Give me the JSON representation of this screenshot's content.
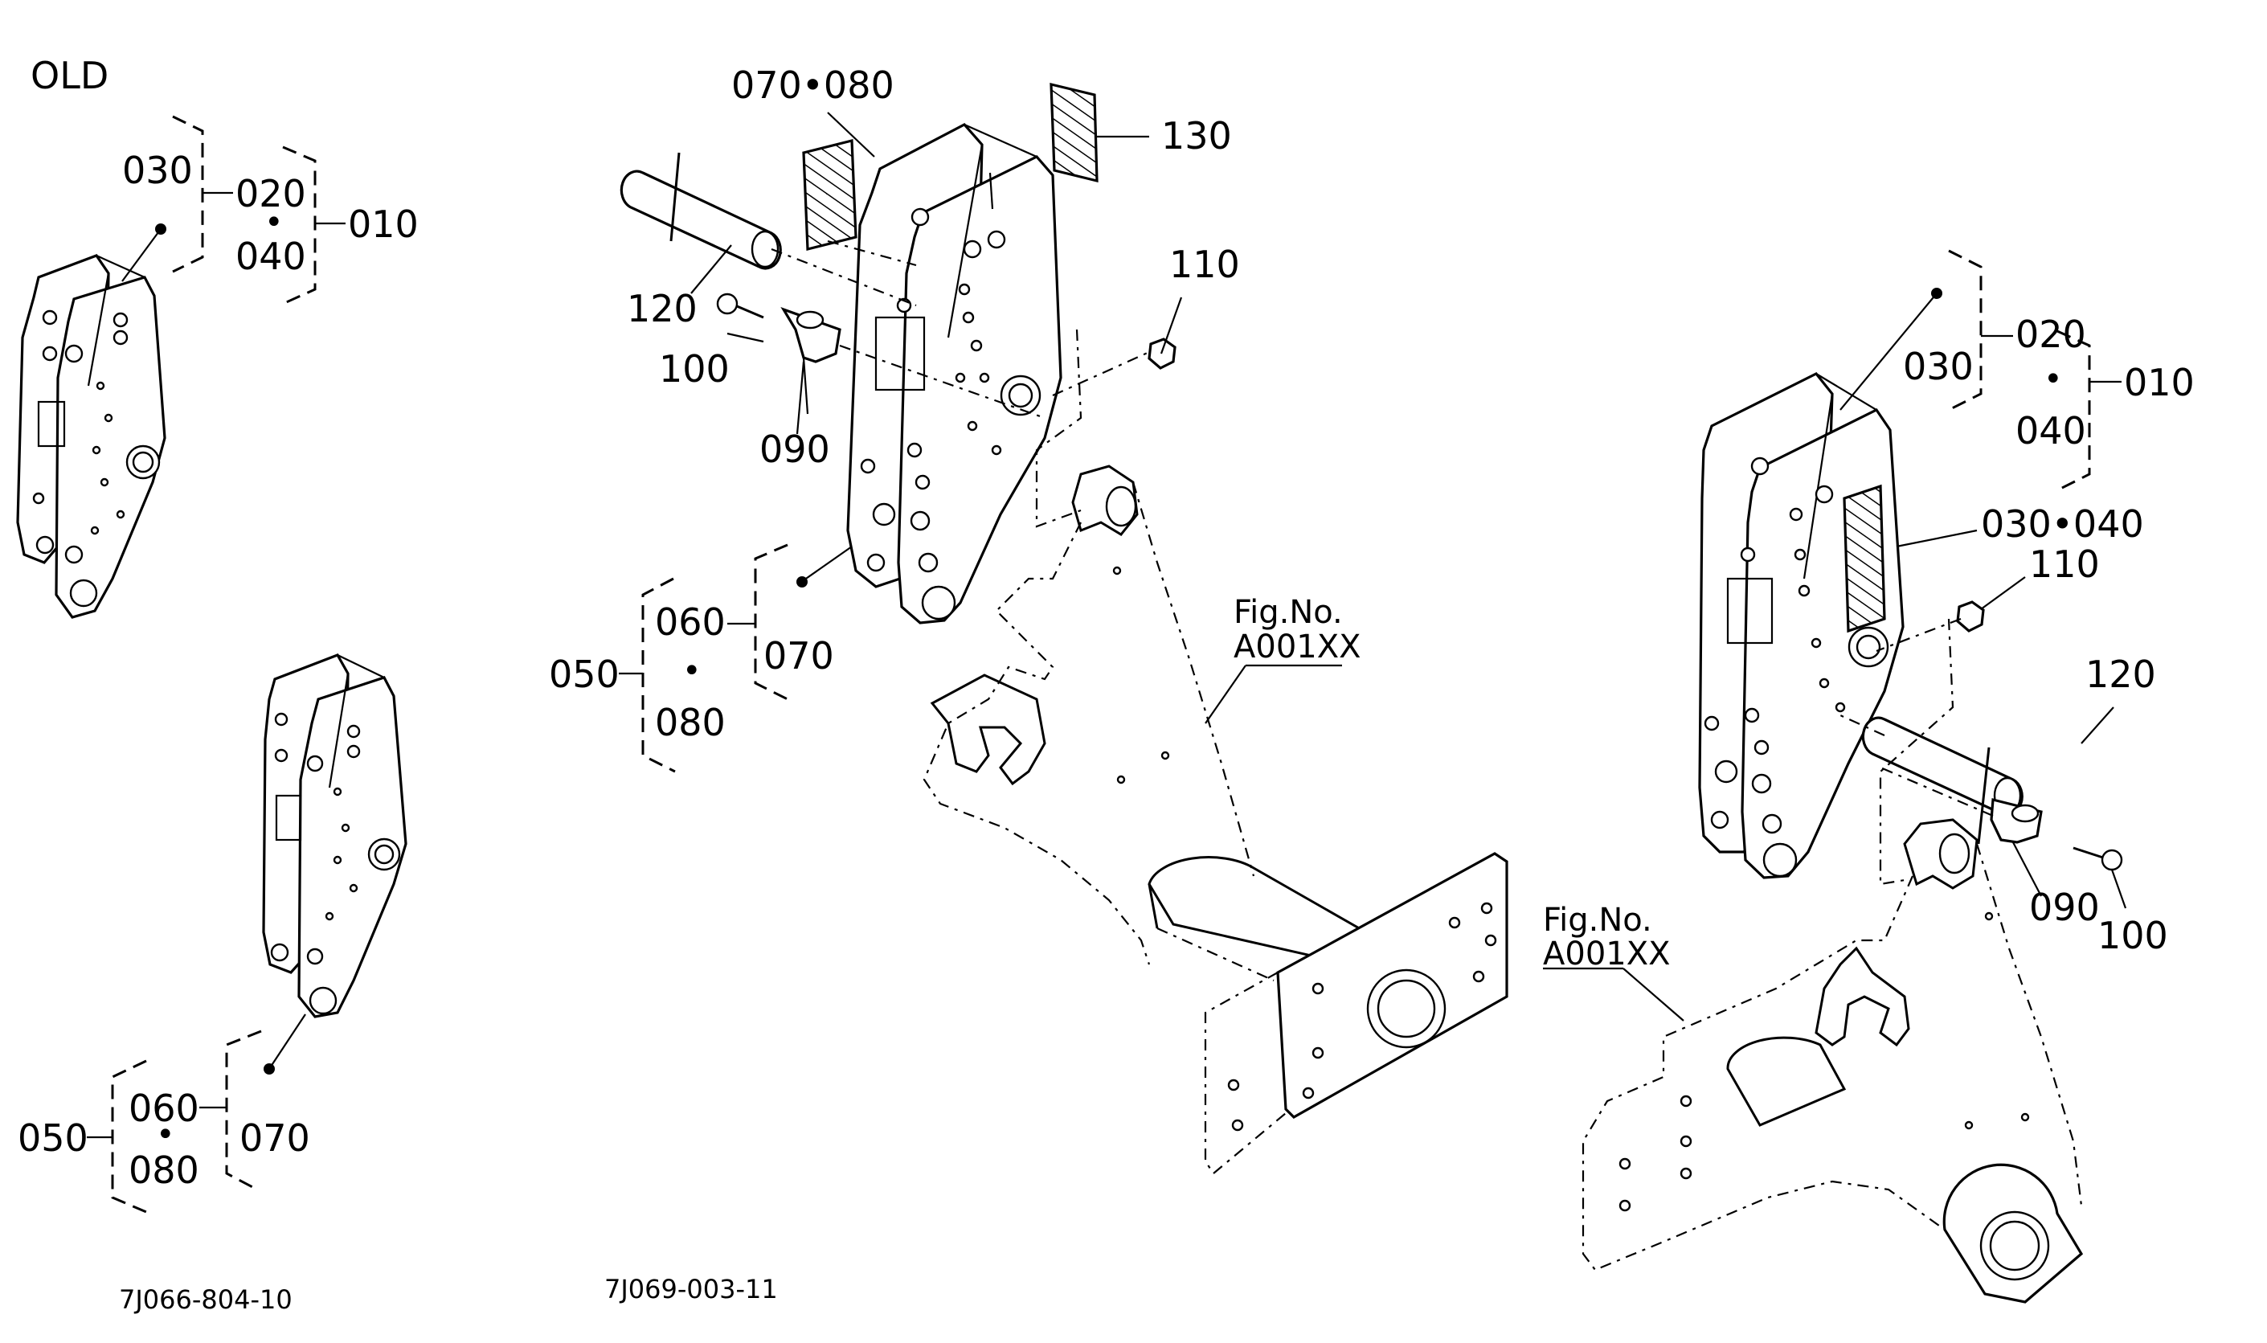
{
  "title": "OLD",
  "drawing_codes": {
    "left": "7J066-804-10",
    "middle": "7J069-003-11"
  },
  "old_top": {
    "n030": "030",
    "n020": "020",
    "n040": "040",
    "n010": "010",
    "dot": "•"
  },
  "old_bottom": {
    "n050": "050",
    "n060": "060",
    "n080": "080",
    "n070": "070",
    "dot": "•"
  },
  "middle": {
    "n070_080": "070•080",
    "n130": "130",
    "n110": "110",
    "n120": "120",
    "n100": "100",
    "n090": "090",
    "n060": "060",
    "n050": "050",
    "n080": "080",
    "n070": "070",
    "dot": "•",
    "fig_line1": "Fig.No.",
    "fig_line2": "A001XX"
  },
  "right": {
    "n030": "030",
    "n020": "020",
    "n040": "040",
    "n010": "010",
    "n030_040": "030•040",
    "n110": "110",
    "n120": "120",
    "n090": "090",
    "n100": "100",
    "dot": "•",
    "fig_line1": "Fig.No.",
    "fig_line2": "A001XX"
  }
}
